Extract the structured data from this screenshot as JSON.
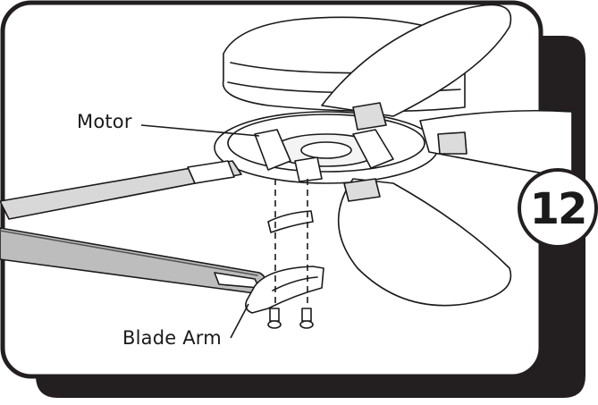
{
  "step_number": "12",
  "labels": {
    "motor": "Motor",
    "blade_arm": "Blade Arm"
  },
  "colors": {
    "frame_shadow": "#231f20",
    "frame_border": "#231f20",
    "line": "#1a1a1a",
    "blade_fill": "#ffffff",
    "blade_shade": "#bdbdbd"
  }
}
